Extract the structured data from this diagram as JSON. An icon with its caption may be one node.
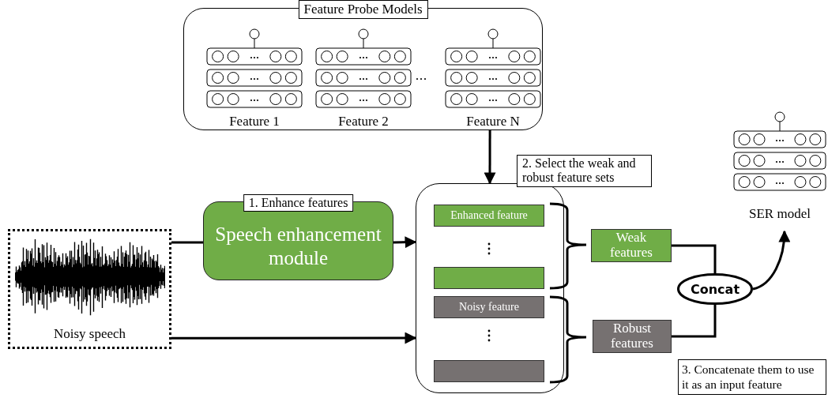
{
  "diagram": {
    "nodes": [
      {
        "text": [
          "Feature Probe Models"
        ]
      },
      {
        "text": [
          "Feature 1"
        ],
        "in": 0
      },
      {
        "text": [
          "Feature 2"
        ],
        "in": 0
      },
      {
        "text": [
          "Feature N"
        ],
        "in": 0
      },
      {
        "text": [
          "1. Enhance features",
          "Speech enhancement module"
        ]
      },
      {
        "text": [
          "Noisy speech"
        ]
      },
      {
        "text": [
          "2. Select the weak and robust feature sets"
        ]
      },
      {
        "text": [
          "Enhanced feature"
        ],
        "in": 6
      },
      {
        "text": [],
        "shape": "bar",
        "in": 6
      },
      {
        "text": [
          "Noisy feature"
        ],
        "in": 6
      },
      {
        "text": [],
        "shape": "bar",
        "in": 6
      },
      {
        "text": [
          "Weak features"
        ]
      },
      {
        "text": [
          "Robust features"
        ]
      },
      {
        "text": [
          "Concat"
        ]
      },
      {
        "text": [
          "SER model"
        ]
      }
    ],
    "edges": [
      {
        "from": 0,
        "to": 6,
        "arrow": "to"
      },
      {
        "from": 5,
        "to": 4,
        "arrow": "none"
      },
      {
        "from": 4,
        "to": 6,
        "arrow": "to"
      },
      {
        "from": 5,
        "to": 6,
        "arrow": "to"
      },
      {
        "from": 11,
        "to": 13,
        "arrow": "none"
      },
      {
        "from": 12,
        "to": 13,
        "arrow": "none"
      },
      {
        "from": 13,
        "to": 14,
        "arrow": "to"
      }
    ],
    "labels": [
      "3. Concatenate them to use it as an input feature"
    ]
  }
}
